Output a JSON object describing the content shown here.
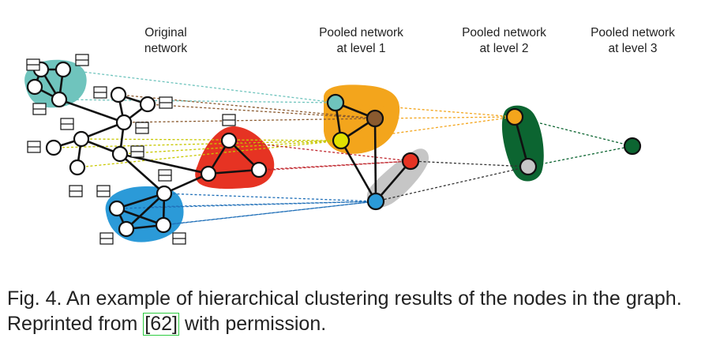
{
  "headers": {
    "original": [
      "Original",
      "network"
    ],
    "level1": [
      "Pooled network",
      "at level 1"
    ],
    "level2": [
      "Pooled network",
      "at level 2"
    ],
    "level3": [
      "Pooled network",
      "at level 3"
    ]
  },
  "caption": {
    "prefix": "Fig. 4. An example of hierarchical clustering results of the nodes in the graph. Reprinted from ",
    "ref": "[62]",
    "suffix": " with permission."
  },
  "colors": {
    "teal": "#6fc4bd",
    "orange": "#f3a51c",
    "red": "#e63323",
    "gray": "#c6c6c6",
    "blue": "#2b9ad8",
    "dark_green": "#0c6531",
    "brown": "#8a5a2f",
    "yellow": "#e1e100"
  }
}
